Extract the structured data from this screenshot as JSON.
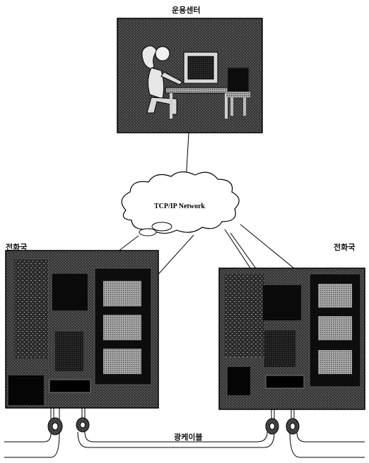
{
  "labels": {
    "operations_center": "운용센터",
    "network": "TCP/IP Network",
    "left_office": "전화국",
    "right_office": "전화국",
    "fiber_cable": "광케이블"
  }
}
